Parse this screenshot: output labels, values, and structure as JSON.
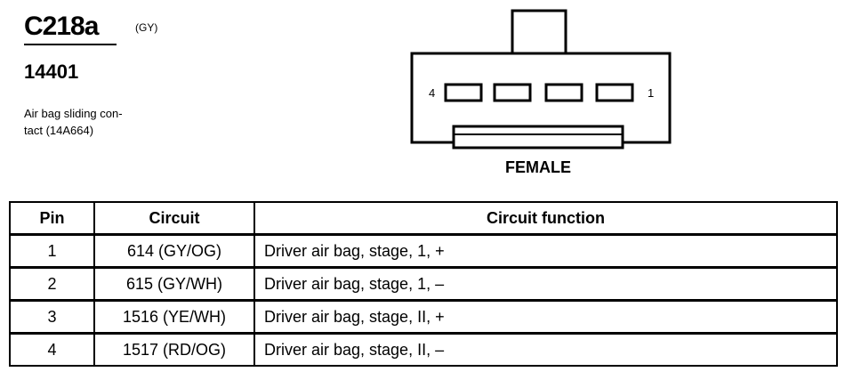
{
  "connector": {
    "id": "C218a",
    "color": "(GY)",
    "part_number": "14401",
    "description": "Air bag sliding con-\ntact (14A664)"
  },
  "diagram": {
    "pin_left_label": "4",
    "pin_right_label": "1",
    "gender": "FEMALE"
  },
  "table": {
    "headers": {
      "pin": "Pin",
      "circuit": "Circuit",
      "function": "Circuit function"
    },
    "rows": [
      {
        "pin": "1",
        "circuit": "614 (GY/OG)",
        "function": "Driver air bag, stage, 1, +"
      },
      {
        "pin": "2",
        "circuit": "615 (GY/WH)",
        "function": "Driver air bag, stage, 1, –"
      },
      {
        "pin": "3",
        "circuit": "1516 (YE/WH)",
        "function": "Driver air bag, stage, II, +"
      },
      {
        "pin": "4",
        "circuit": "1517 (RD/OG)",
        "function": "Driver air bag, stage, II, –"
      }
    ]
  }
}
